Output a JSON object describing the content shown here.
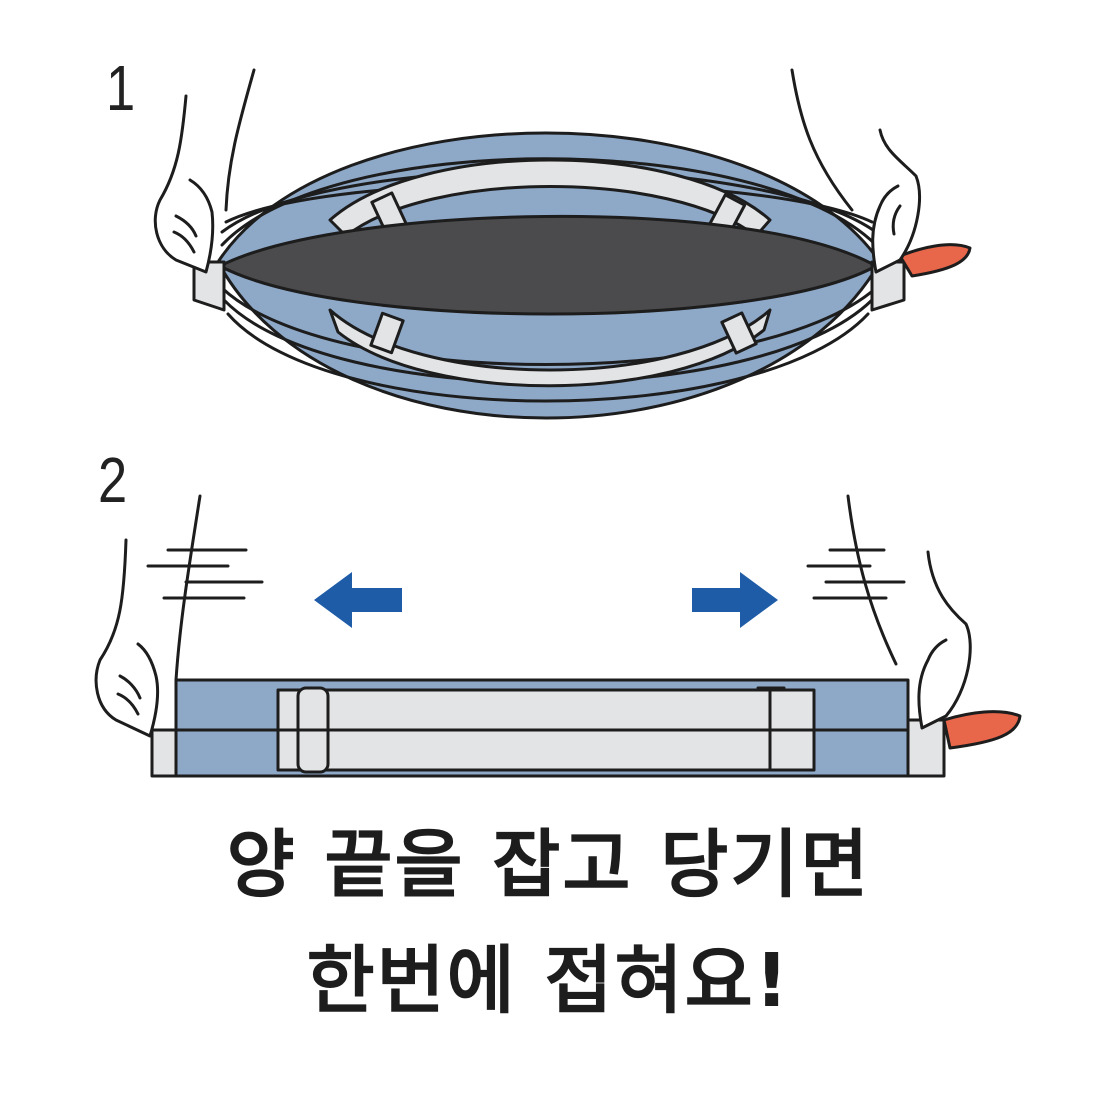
{
  "steps": [
    {
      "number": "1"
    },
    {
      "number": "2"
    }
  ],
  "caption": {
    "line1": "양 끝을 잡고 당기면",
    "line2": "한번에 접혀요!"
  },
  "colors": {
    "fabric_blue": "#8ea8c8",
    "fabric_blue_dark": "#7892b4",
    "strap_light": "#e3e4e6",
    "interior_dark": "#4b4b4d",
    "tag_orange": "#e8664a",
    "arrow_blue": "#1f5ca8",
    "outline": "#1d1d1d"
  },
  "icons": {
    "left_arrow": "arrow-left-icon",
    "right_arrow": "arrow-right-icon"
  }
}
